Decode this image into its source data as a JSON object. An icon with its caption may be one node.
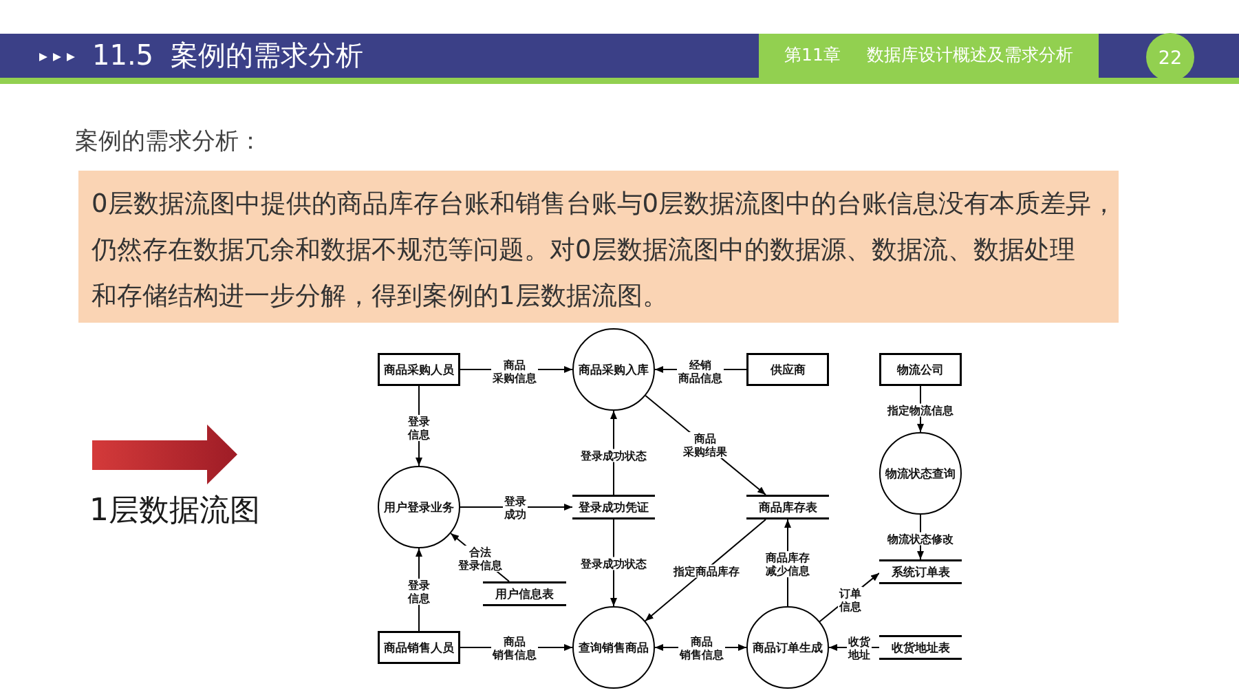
{
  "diagram": {
    "title": "11.5 案例的需求分析",
    "nodes": [
      {
        "text": [
          "第11章 数据库设计概述及需求分析"
        ]
      },
      {
        "text": [
          "22"
        ]
      },
      {
        "text": [
          "0层数据流图中提供的商品库存台账和销售台账与0层数据流图中的台账信息没有本质差异，仍然存在数据冗余和数据不规范等问题。对0层数据流图中的数据源、数据流、数据处理和存储结构进一步分解，得到案例的1层数据流图。"
        ],
        "beside": [
          "案例的需求分析："
        ]
      },
      {
        "text": [
          "商品采购人员"
        ]
      },
      {
        "text": [
          "商品采购入库"
        ]
      },
      {
        "text": [
          "供应商"
        ]
      },
      {
        "text": [
          "物流公司"
        ]
      },
      {
        "text": [
          "物流状态查询"
        ]
      },
      {
        "text": [
          "用户登录业务"
        ]
      },
      {
        "text": [
          "登录成功凭证"
        ]
      },
      {
        "text": [
          "商品库存表"
        ]
      },
      {
        "text": [
          "系统订单表"
        ]
      },
      {
        "text": [
          "用户信息表"
        ]
      },
      {
        "text": [
          "商品销售人员"
        ]
      },
      {
        "text": [
          "查询销售商品"
        ]
      },
      {
        "text": [
          "商品订单生成"
        ]
      },
      {
        "text": [
          "收货地址表"
        ]
      }
    ],
    "edges": [
      {
        "from": 3,
        "to": 4,
        "arrow": "to",
        "label": "商品采购信息"
      },
      {
        "from": 5,
        "to": 4,
        "arrow": "to",
        "label": "经销商品信息"
      },
      {
        "from": 3,
        "to": 8,
        "arrow": "to",
        "label": "登录信息"
      },
      {
        "from": 8,
        "to": 9,
        "arrow": "to",
        "label": "登录成功"
      },
      {
        "from": 9,
        "to": 4,
        "arrow": "to",
        "label": "登录成功状态"
      },
      {
        "from": 4,
        "to": 10,
        "arrow": "to",
        "label": "商品采购结果"
      },
      {
        "from": 6,
        "to": 7,
        "arrow": "to",
        "label": "指定物流信息"
      },
      {
        "from": 7,
        "to": 11,
        "arrow": "to",
        "label": "物流状态修改"
      },
      {
        "from": 12,
        "to": 8,
        "arrow": "to",
        "label": "合法登录信息"
      },
      {
        "from": 9,
        "to": 14,
        "arrow": "to",
        "label": "登录成功状态"
      },
      {
        "from": 10,
        "to": 14,
        "arrow": "to",
        "label": "指定商品库存"
      },
      {
        "from": 15,
        "to": 10,
        "arrow": "to",
        "label": "商品库存减少信息"
      },
      {
        "from": 15,
        "to": 11,
        "arrow": "to",
        "label": "订单信息"
      },
      {
        "from": 13,
        "to": 8,
        "arrow": "to",
        "label": "登录信息"
      },
      {
        "from": 13,
        "to": 14,
        "arrow": "to",
        "label": "商品销售信息"
      },
      {
        "from": 14,
        "to": 15,
        "arrow": "both",
        "label": "商品销售信息"
      },
      {
        "from": 16,
        "to": 15,
        "arrow": "to",
        "label": "收货地址"
      }
    ],
    "labels": [
      "1层数据流图"
    ]
  }
}
